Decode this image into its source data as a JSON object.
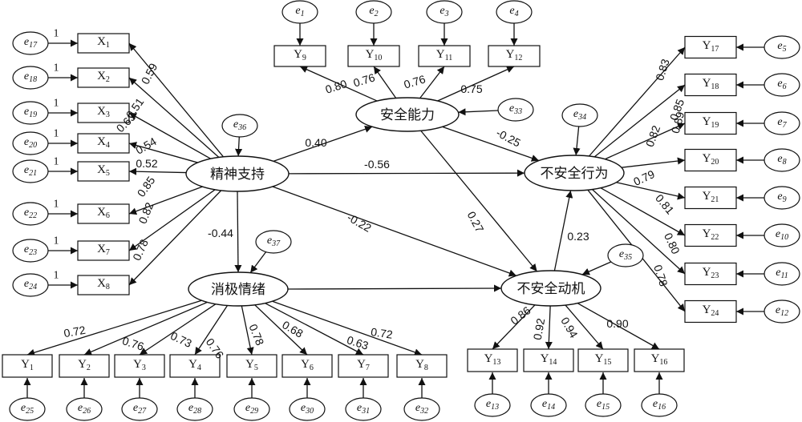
{
  "latents": {
    "jsz": "精神支持",
    "aqnl": "安全能力",
    "bax": "不安全行为",
    "xjqx": "消极情绪",
    "badj": "不安全动机"
  },
  "observed": {
    "x": [
      "X1",
      "X2",
      "X3",
      "X4",
      "X5",
      "X6",
      "X7",
      "X8"
    ],
    "y_top": [
      "Y9",
      "Y10",
      "Y11",
      "Y12"
    ],
    "y_right": [
      "Y17",
      "Y18",
      "Y19",
      "Y20",
      "Y21",
      "Y22",
      "Y23",
      "Y24"
    ],
    "y_bottom_left": [
      "Y1",
      "Y2",
      "Y3",
      "Y4",
      "Y5",
      "Y6",
      "Y7",
      "Y8"
    ],
    "y_bottom_right": [
      "Y13",
      "Y14",
      "Y15",
      "Y16"
    ]
  },
  "errors": {
    "x": [
      "e17",
      "e18",
      "e19",
      "e20",
      "e21",
      "e22",
      "e23",
      "e24"
    ],
    "y_top": [
      "e1",
      "e2",
      "e3",
      "e4"
    ],
    "y_right": [
      "e5",
      "e6",
      "e7",
      "e8",
      "e9",
      "e10",
      "e11",
      "e12"
    ],
    "y_bottom_left": [
      "e25",
      "e26",
      "e27",
      "e28",
      "e29",
      "e30",
      "e31",
      "e32"
    ],
    "y_bottom_right": [
      "e13",
      "e14",
      "e15",
      "e16"
    ],
    "latent": {
      "jsz": "e36",
      "aqnl": "e33",
      "bax": "e34",
      "xjqx": "e37",
      "badj": "e35"
    }
  },
  "fixed_loading": "1",
  "loadings": {
    "x": [
      "0.59",
      "0.51",
      "0.63",
      "0.54",
      "0.52",
      "0.85",
      "0.82",
      "0.78"
    ],
    "y_top": [
      "0.80",
      "0.76",
      "0.76",
      "0.75"
    ],
    "y_right": [
      "0.83",
      "0.85",
      "0.89",
      "0.82",
      "0.79",
      "0.81",
      "0.80",
      "0.78"
    ],
    "y_bottom_left": [
      "0.72",
      "0.76",
      "0.73",
      "0.76",
      "0.78",
      "0.68",
      "0.63",
      "0.72"
    ],
    "y_bottom_right": [
      "0.86",
      "0.92",
      "0.94",
      "0.90"
    ]
  },
  "paths": {
    "jsz_aqnl": "0.40",
    "jsz_bax": "-0.56",
    "jsz_xjqx": "-0.44",
    "jsz_badj": "-0.22",
    "aqnl_bax": "-0.25",
    "aqnl_badj": "0.27",
    "badj_bax": "0.23"
  }
}
